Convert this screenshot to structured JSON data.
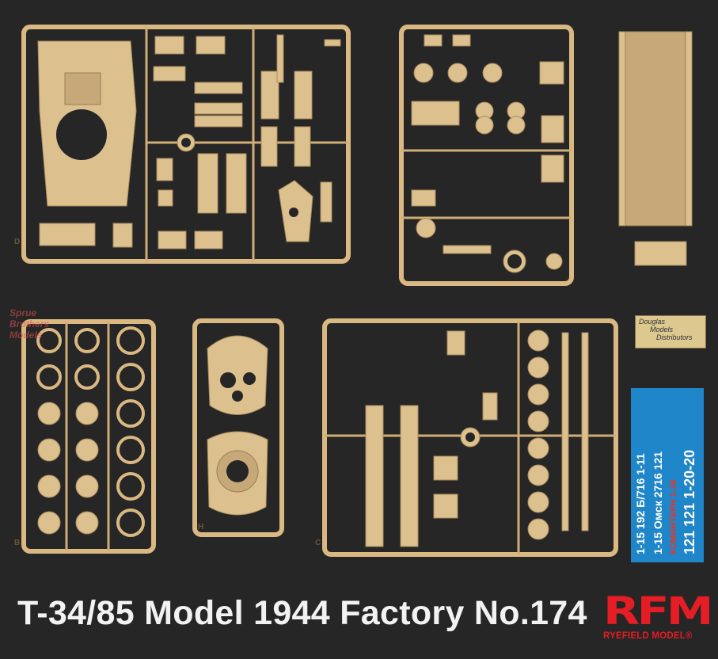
{
  "title": "T-34/85 Model 1944 Factory No.174",
  "brand": {
    "logo_letters": "RFM",
    "name": "RYEFIELD MODEL",
    "registered_mark": "®",
    "color": "#e51d25"
  },
  "watermark": {
    "lines": [
      "Sprue",
      "Brothers",
      "Models"
    ]
  },
  "distributor_card": {
    "lines": [
      "Douglas",
      "Models",
      "Distributors"
    ]
  },
  "decal_sheet": {
    "rows": [
      "1-15  192  Б/716  1-11",
      "1-15  Омск  2716  121",
      "КОМИНТЕРН  1-20",
      "121  121  1-20-20"
    ]
  },
  "sprue_letters": [
    "D",
    "B",
    "H",
    "C"
  ],
  "colors": {
    "background": "#262626",
    "plastic": "#dcc08e",
    "title_text": "#f2f2f2",
    "decal_blue": "#1f86c9"
  }
}
